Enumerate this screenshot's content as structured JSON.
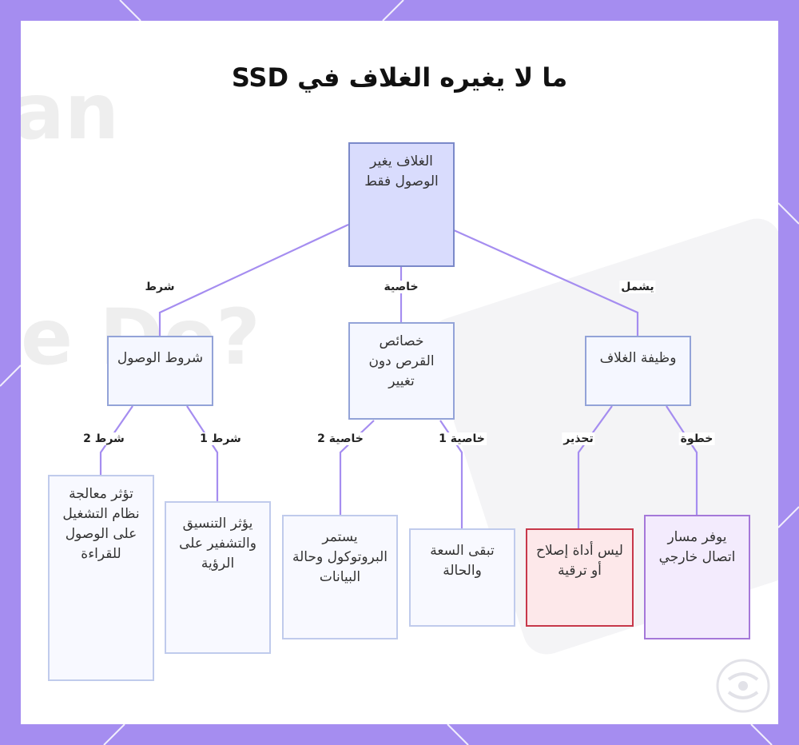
{
  "title": "ما لا يغيره الغلاف في SSD",
  "watermark": {
    "line1": "an",
    "line2": "e Do?"
  },
  "nodes": {
    "root": "الغلاف يغير الوصول فقط",
    "access": "شروط الوصول",
    "props": "خصائص القرص دون تغيير",
    "func": "وظيفة الغلاف",
    "os": "تؤثر معالجة نظام التشغيل على الوصول للقراءة",
    "format": "يؤثر التنسيق والتشفير على الرؤية",
    "protocol": "يستمر البروتوكول وحالة البيانات",
    "capacity": "تبقى السعة والحالة",
    "warning": "ليس أداة إصلاح أو ترقية",
    "path": "يوفر مسار اتصال خارجي"
  },
  "edge_labels": {
    "cond": "شرط",
    "prop": "خاصية",
    "incl": "يشمل",
    "cond2": "شرط 2",
    "cond1": "شرط 1",
    "prop2": "خاصية 2",
    "prop1": "خاصية 1",
    "warn": "تحذير",
    "step": "خطوة"
  },
  "colors": {
    "frame": "#a58df0",
    "edge": "#a58df0",
    "root_fill": "#d9dcfd",
    "warning_border": "#c7384a",
    "purple_border": "#a578d9"
  }
}
